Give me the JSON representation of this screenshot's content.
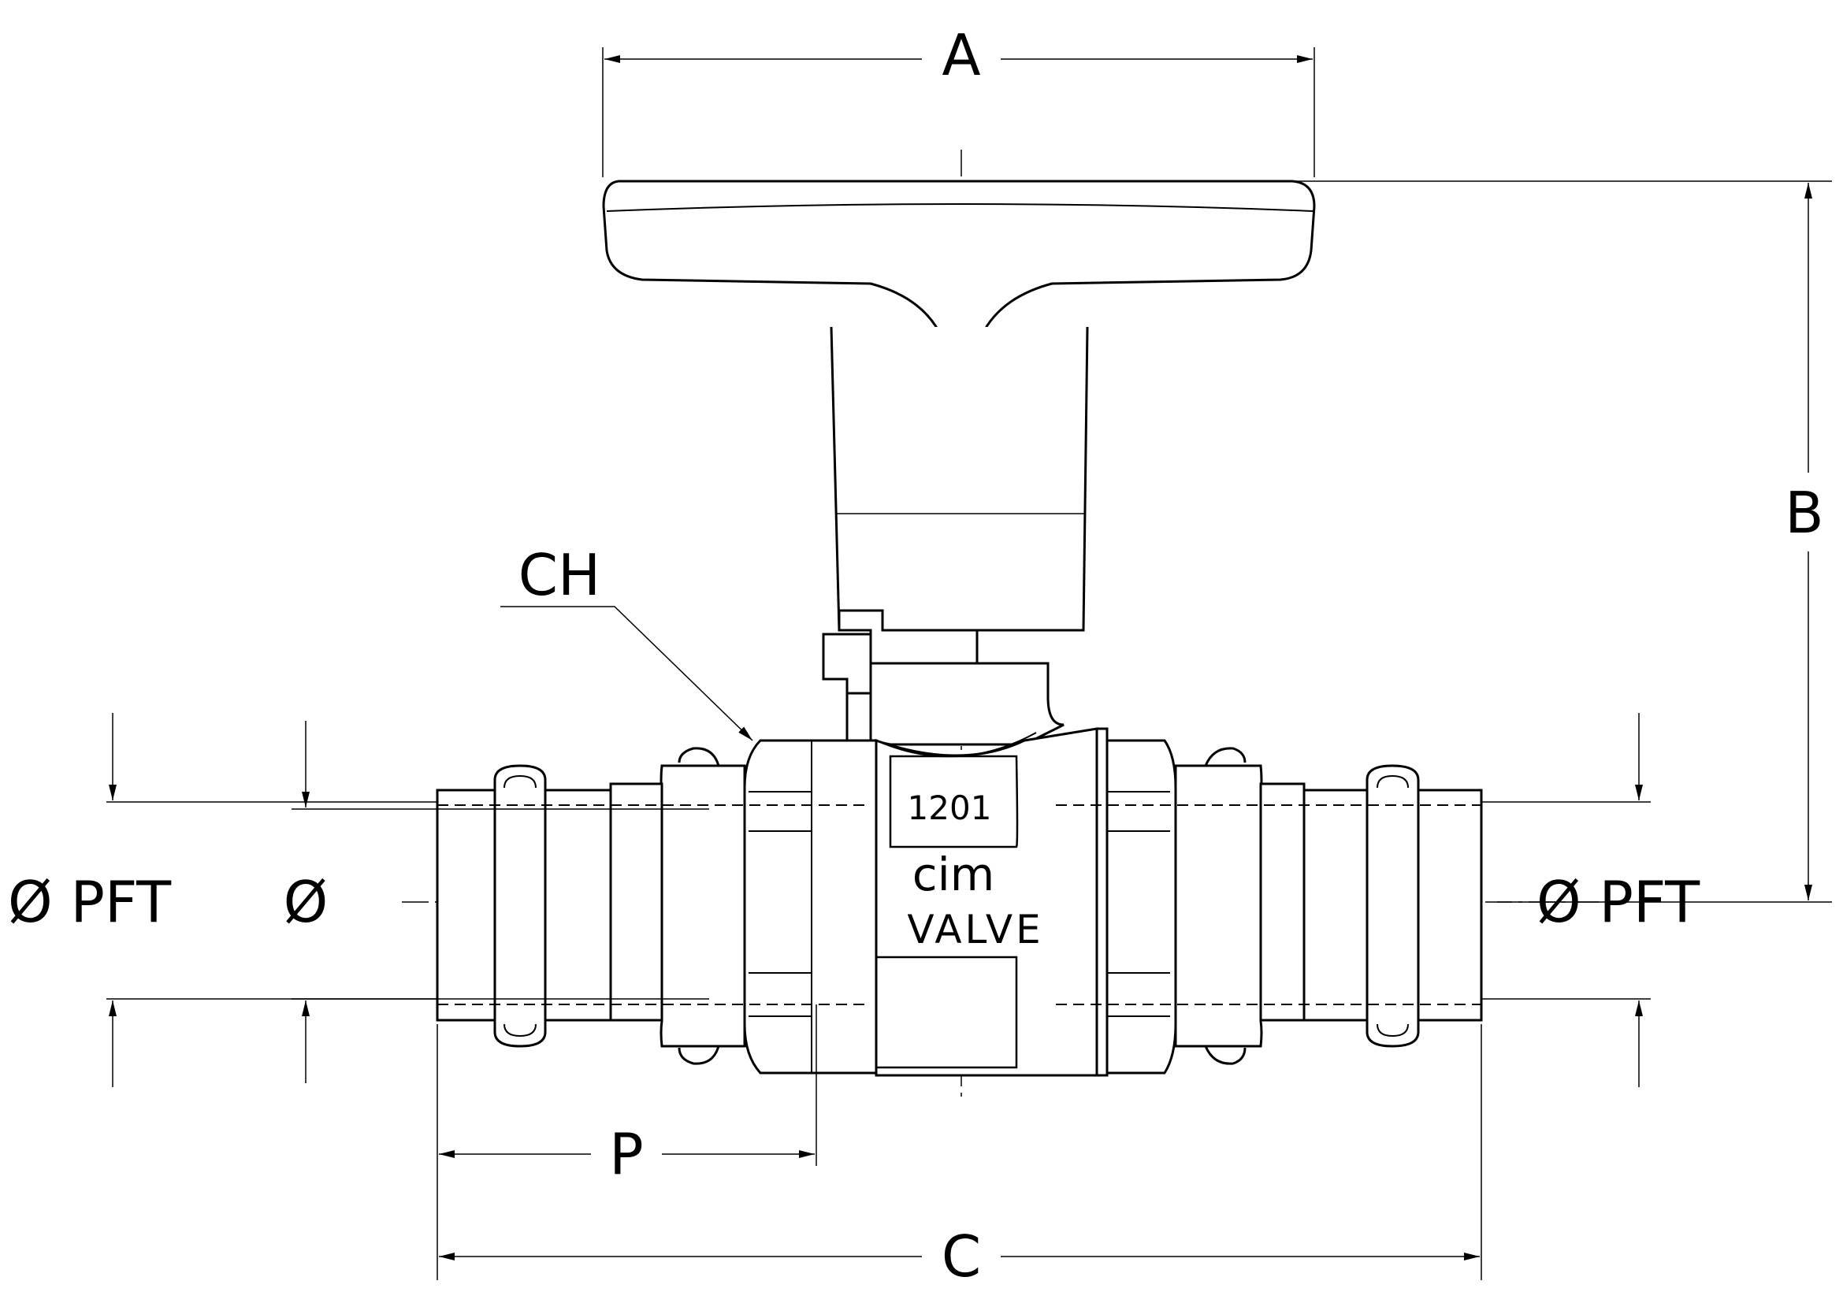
{
  "dimensions": {
    "a": "A",
    "b": "B",
    "c": "C",
    "p": "P",
    "ch": "CH",
    "left_outer": "Ø PFT",
    "left_inner": "Ø",
    "right_outer": "Ø PFT"
  },
  "marking": {
    "code": "1201",
    "brand": "cim",
    "word": "VALVE"
  }
}
